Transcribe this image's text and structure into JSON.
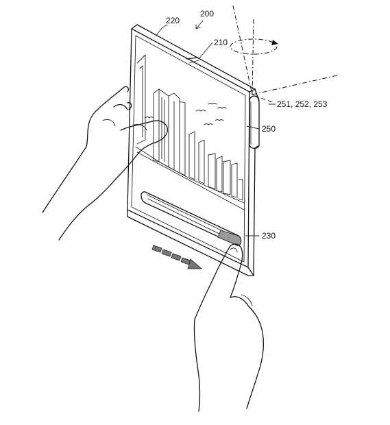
{
  "labels": {
    "device": "200",
    "first_display": "220",
    "hinge": "210",
    "sensors": "251, 252, 253",
    "side_part": "250",
    "slider_area": "230"
  },
  "icons": {
    "rotation": "rotation-arrow-icon",
    "swipe": "swipe-direction-arrow-icon"
  },
  "colors": {
    "line": "#111111",
    "background": "#ffffff",
    "slider_fill": "#9a9a9a"
  }
}
